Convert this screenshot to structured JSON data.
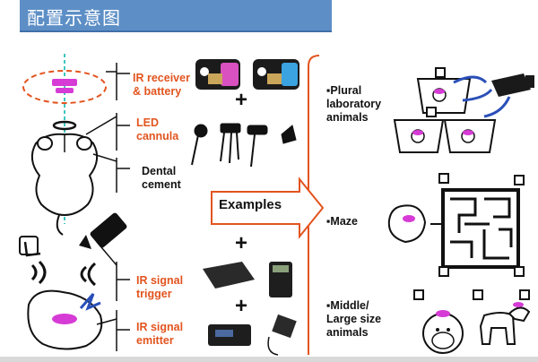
{
  "header": {
    "title": "配置示意图"
  },
  "left": {
    "ir_receiver_label": "IR receiver\n& battery",
    "led_cannula_label": "LED\ncannula",
    "dental_cement_label": "Dental\ncement",
    "ir_signal_trigger_label": "IR signal\ntrigger",
    "ir_signal_emitter_label": "IR signal\nemitter",
    "plus_sign": "+"
  },
  "center": {
    "examples_label": "Examples"
  },
  "right": {
    "plural_label": "▪Plural\nlaboratory\nanimals",
    "maze_label": "▪Maze",
    "middle_label": "▪Middle/\nLarge size\nanimals"
  },
  "colors": {
    "title_bar": "#5d8fc6",
    "accent_orange": "#e2541f",
    "headcap_magenta": "#d63bd6",
    "cable_blue": "#2a4fb8",
    "dashed_teal": "#3cc7c0"
  }
}
